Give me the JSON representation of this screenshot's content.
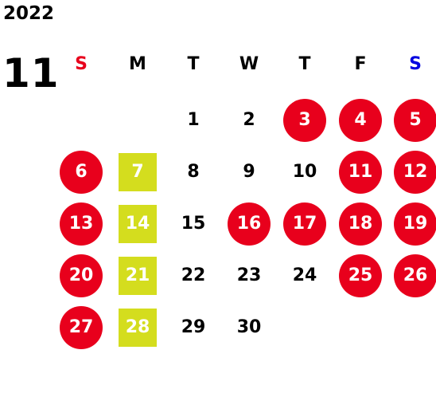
{
  "calendar": {
    "year": "2022",
    "month": "11",
    "weekdays": [
      "S",
      "M",
      "T",
      "W",
      "T",
      "F",
      "S"
    ],
    "weekday_colors": [
      "#e8001c",
      "#000000",
      "#000000",
      "#000000",
      "#000000",
      "#000000",
      "#0000e0"
    ],
    "colors": {
      "holiday_circle": "#e8001c",
      "highlight_square": "#d4dd1e",
      "normal_text": "#000000",
      "marked_text": "#ffffff"
    },
    "weeks": [
      [
        null,
        null,
        {
          "day": "1"
        },
        {
          "day": "2"
        },
        {
          "day": "3",
          "mark": "circle"
        },
        {
          "day": "4",
          "mark": "circle"
        },
        {
          "day": "5",
          "mark": "circle"
        }
      ],
      [
        {
          "day": "6",
          "mark": "circle"
        },
        {
          "day": "7",
          "mark": "square"
        },
        {
          "day": "8"
        },
        {
          "day": "9"
        },
        {
          "day": "10"
        },
        {
          "day": "11",
          "mark": "circle"
        },
        {
          "day": "12",
          "mark": "circle"
        }
      ],
      [
        {
          "day": "13",
          "mark": "circle"
        },
        {
          "day": "14",
          "mark": "square"
        },
        {
          "day": "15"
        },
        {
          "day": "16",
          "mark": "circle"
        },
        {
          "day": "17",
          "mark": "circle"
        },
        {
          "day": "18",
          "mark": "circle"
        },
        {
          "day": "19",
          "mark": "circle"
        }
      ],
      [
        {
          "day": "20",
          "mark": "circle"
        },
        {
          "day": "21",
          "mark": "square"
        },
        {
          "day": "22"
        },
        {
          "day": "23"
        },
        {
          "day": "24"
        },
        {
          "day": "25",
          "mark": "circle"
        },
        {
          "day": "26",
          "mark": "circle"
        }
      ],
      [
        {
          "day": "27",
          "mark": "circle"
        },
        {
          "day": "28",
          "mark": "square"
        },
        {
          "day": "29"
        },
        {
          "day": "30"
        },
        null,
        null,
        null
      ]
    ]
  }
}
